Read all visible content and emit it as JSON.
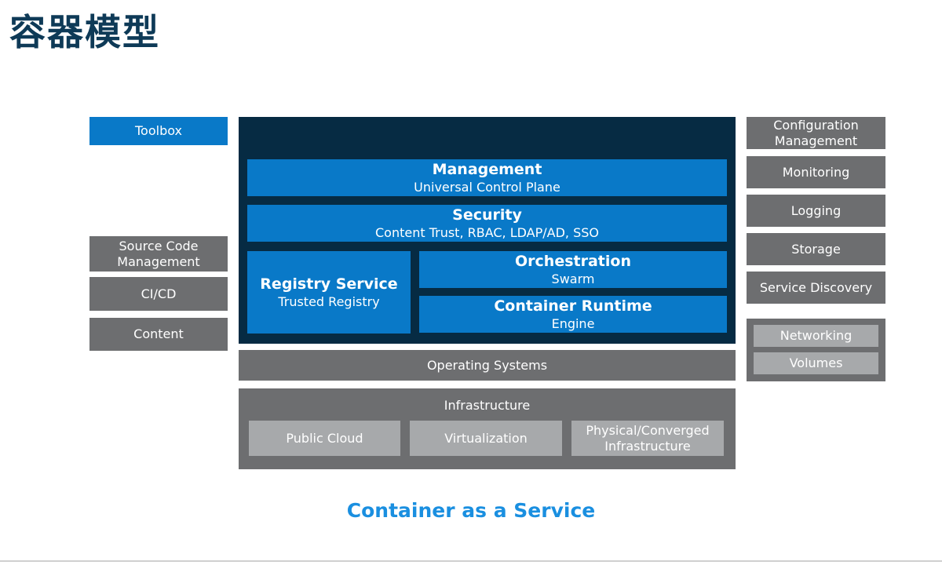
{
  "title": "容器模型",
  "left": {
    "toolbox": "Toolbox",
    "scm": [
      "Source Code",
      "Management"
    ],
    "cicd": "CI/CD",
    "content": "Content"
  },
  "core": {
    "management": {
      "title": "Management",
      "sub": "Universal Control Plane"
    },
    "security": {
      "title": "Security",
      "sub": "Content Trust, RBAC, LDAP/AD, SSO"
    },
    "registry": {
      "title": "Registry Service",
      "sub": "Trusted Registry"
    },
    "orchestration": {
      "title": "Orchestration",
      "sub": "Swarm"
    },
    "runtime": {
      "title": "Container Runtime",
      "sub": "Engine"
    }
  },
  "os": "Operating Systems",
  "infrastructure": {
    "title": "Infrastructure",
    "items": [
      "Public Cloud",
      "Virtualization",
      [
        "Physical/Converged",
        "Infrastructure"
      ]
    ]
  },
  "right": {
    "config": [
      "Configuration",
      "Management"
    ],
    "monitoring": "Monitoring",
    "logging": "Logging",
    "storage": "Storage",
    "discovery": "Service Discovery",
    "networking": "Networking",
    "volumes": "Volumes"
  },
  "footer": "Container as a Service",
  "colors": {
    "title": "#0e3a57",
    "navy": "#062b43",
    "blue": "#0979c8",
    "gray": "#6d6e70",
    "light_gray": "#a7a9ab",
    "accent": "#1a8fe0"
  }
}
